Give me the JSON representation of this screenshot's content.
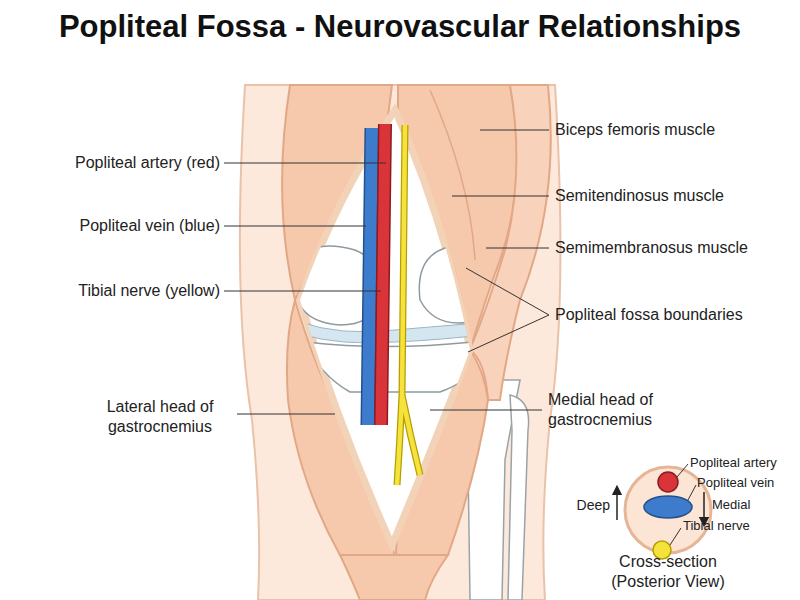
{
  "diagram": {
    "title": "Popliteal Fossa - Neurovascular Relationships",
    "labels": [
      "Biceps femoris muscle",
      "Popliteal artery (red)",
      "Semitendinosus muscle",
      "Popliteal vein (blue)",
      "Semimembranosus muscle",
      "Tibial nerve (yellow)",
      "Popliteal fossa boundaries",
      "Lateral head of gastrocnemius",
      "Medial head of gastrocnemius",
      "Popliteal artery",
      "Popliteal vein",
      "Deep",
      "Medial",
      "Tibial nerve",
      "Cross-section (Posterior View)"
    ]
  }
}
